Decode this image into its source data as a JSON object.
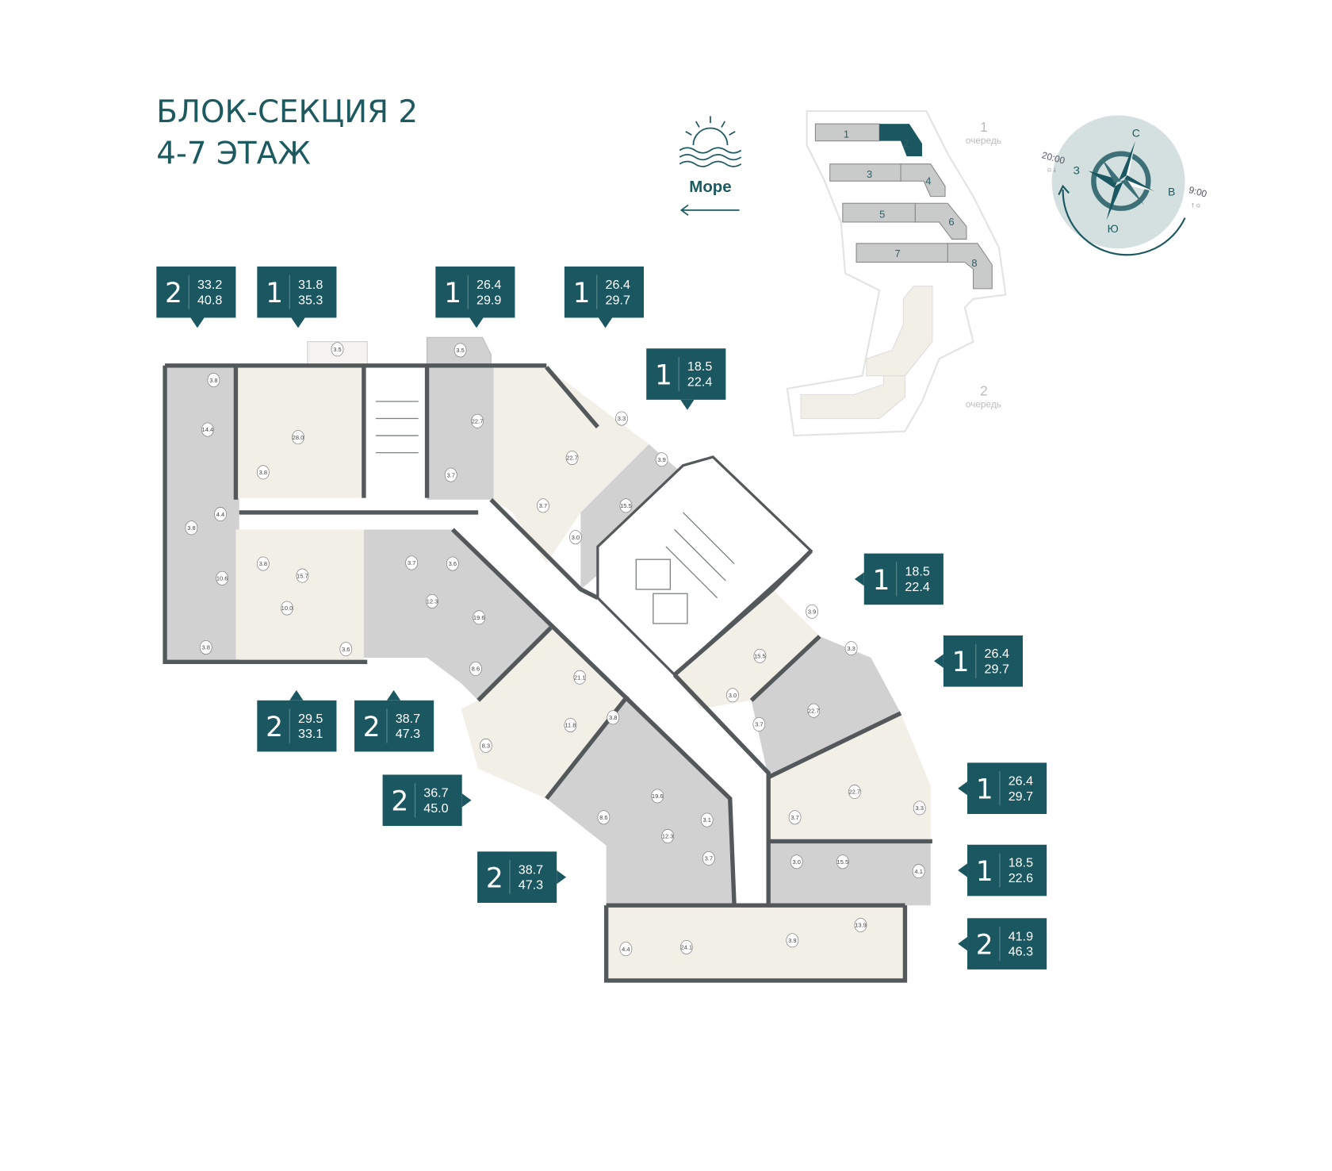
{
  "header": {
    "title_line1": "БЛОК-СЕКЦИЯ 2",
    "title_line2": "4-7 ЭТАЖ"
  },
  "sea": {
    "label": "Море",
    "icon": "sun-over-waves-icon",
    "arrow": "arrow-left-icon"
  },
  "site_plan": {
    "sections": [
      "1",
      "2",
      "3",
      "4",
      "5",
      "6",
      "7",
      "8"
    ],
    "highlighted_section": "2",
    "phase1_number": "1",
    "phase1_label": "очередь",
    "phase2_number": "2",
    "phase2_label": "очередь"
  },
  "compass": {
    "north": "С",
    "west": "З",
    "east": "В",
    "south": "Ю",
    "sunset_time": "20:00",
    "sunrise_time": "9:00",
    "color": "#d3e0df"
  },
  "colors": {
    "brand": "#1b5760",
    "living_light": "#f1efe6",
    "living_grey": "#d0d1d0",
    "walls": "#53585a"
  },
  "apartments": [
    {
      "rooms": "2",
      "area_living": "33.2",
      "area_total": "40.8"
    },
    {
      "rooms": "1",
      "area_living": "31.8",
      "area_total": "35.3"
    },
    {
      "rooms": "1",
      "area_living": "26.4",
      "area_total": "29.9"
    },
    {
      "rooms": "1",
      "area_living": "26.4",
      "area_total": "29.7"
    },
    {
      "rooms": "1",
      "area_living": "18.5",
      "area_total": "22.4"
    },
    {
      "rooms": "1",
      "area_living": "18.5",
      "area_total": "22.4"
    },
    {
      "rooms": "1",
      "area_living": "26.4",
      "area_total": "29.7"
    },
    {
      "rooms": "2",
      "area_living": "29.5",
      "area_total": "33.1"
    },
    {
      "rooms": "2",
      "area_living": "38.7",
      "area_total": "47.3"
    },
    {
      "rooms": "2",
      "area_living": "36.7",
      "area_total": "45.0"
    },
    {
      "rooms": "2",
      "area_living": "38.7",
      "area_total": "47.3"
    },
    {
      "rooms": "1",
      "area_living": "26.4",
      "area_total": "29.7"
    },
    {
      "rooms": "1",
      "area_living": "18.5",
      "area_total": "22.6"
    },
    {
      "rooms": "2",
      "area_living": "41.9",
      "area_total": "46.3"
    }
  ],
  "room_areas": [
    "3.8",
    "14.4",
    "28.0",
    "3.5",
    "3.5",
    "22.7",
    "3.8",
    "3.7",
    "22.7",
    "3.3",
    "3.9",
    "3.7",
    "3.0",
    "15.5",
    "4.4",
    "3.8",
    "3.8",
    "15.7",
    "3.7",
    "3.6",
    "10.6",
    "10.0",
    "12.3",
    "19.6",
    "3.8",
    "3.6",
    "8.6",
    "21.1",
    "3.8",
    "11.8",
    "8.3",
    "19.6",
    "8.6",
    "3.1",
    "12.3",
    "3.7",
    "15.5",
    "3.9",
    "3.3",
    "3.0",
    "3.7",
    "22.7",
    "22.7",
    "3.3",
    "3.7",
    "3.0",
    "15.5",
    "4.1",
    "13.9",
    "24.1",
    "3.9",
    "4.4"
  ]
}
